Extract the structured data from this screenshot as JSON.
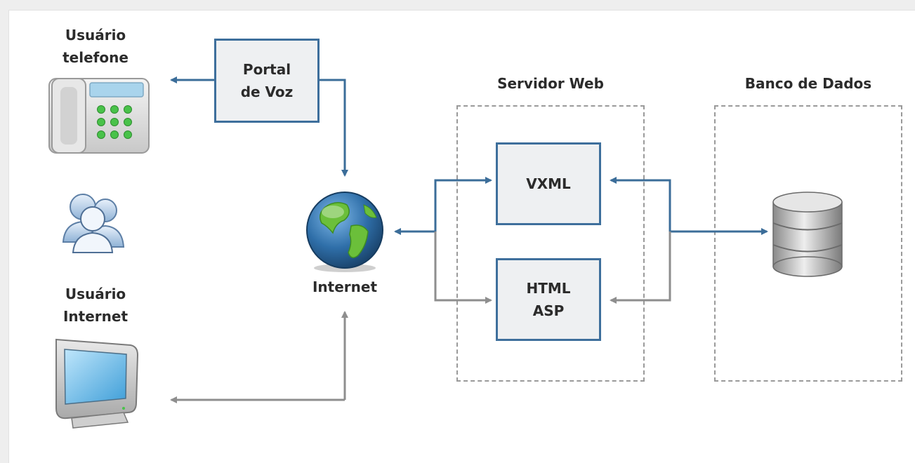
{
  "labels": {
    "user_phone": [
      "Usuário",
      "telefone"
    ],
    "user_internet": [
      "Usuário",
      "Internet"
    ],
    "internet": "Internet",
    "web_server": "Servidor Web",
    "database": "Banco de Dados"
  },
  "boxes": {
    "voice_portal": [
      "Portal",
      "de Voz"
    ],
    "vxml": "VXML",
    "html_asp": [
      "HTML",
      "ASP"
    ]
  },
  "colors": {
    "blue_line": "#3b6d99",
    "gray_line": "#8e8e8e",
    "box_border": "#3e6f9c",
    "box_fill": "#eef0f2"
  },
  "icons": [
    "telephone-icon",
    "users-icon",
    "globe-icon",
    "monitor-icon",
    "database-icon"
  ]
}
